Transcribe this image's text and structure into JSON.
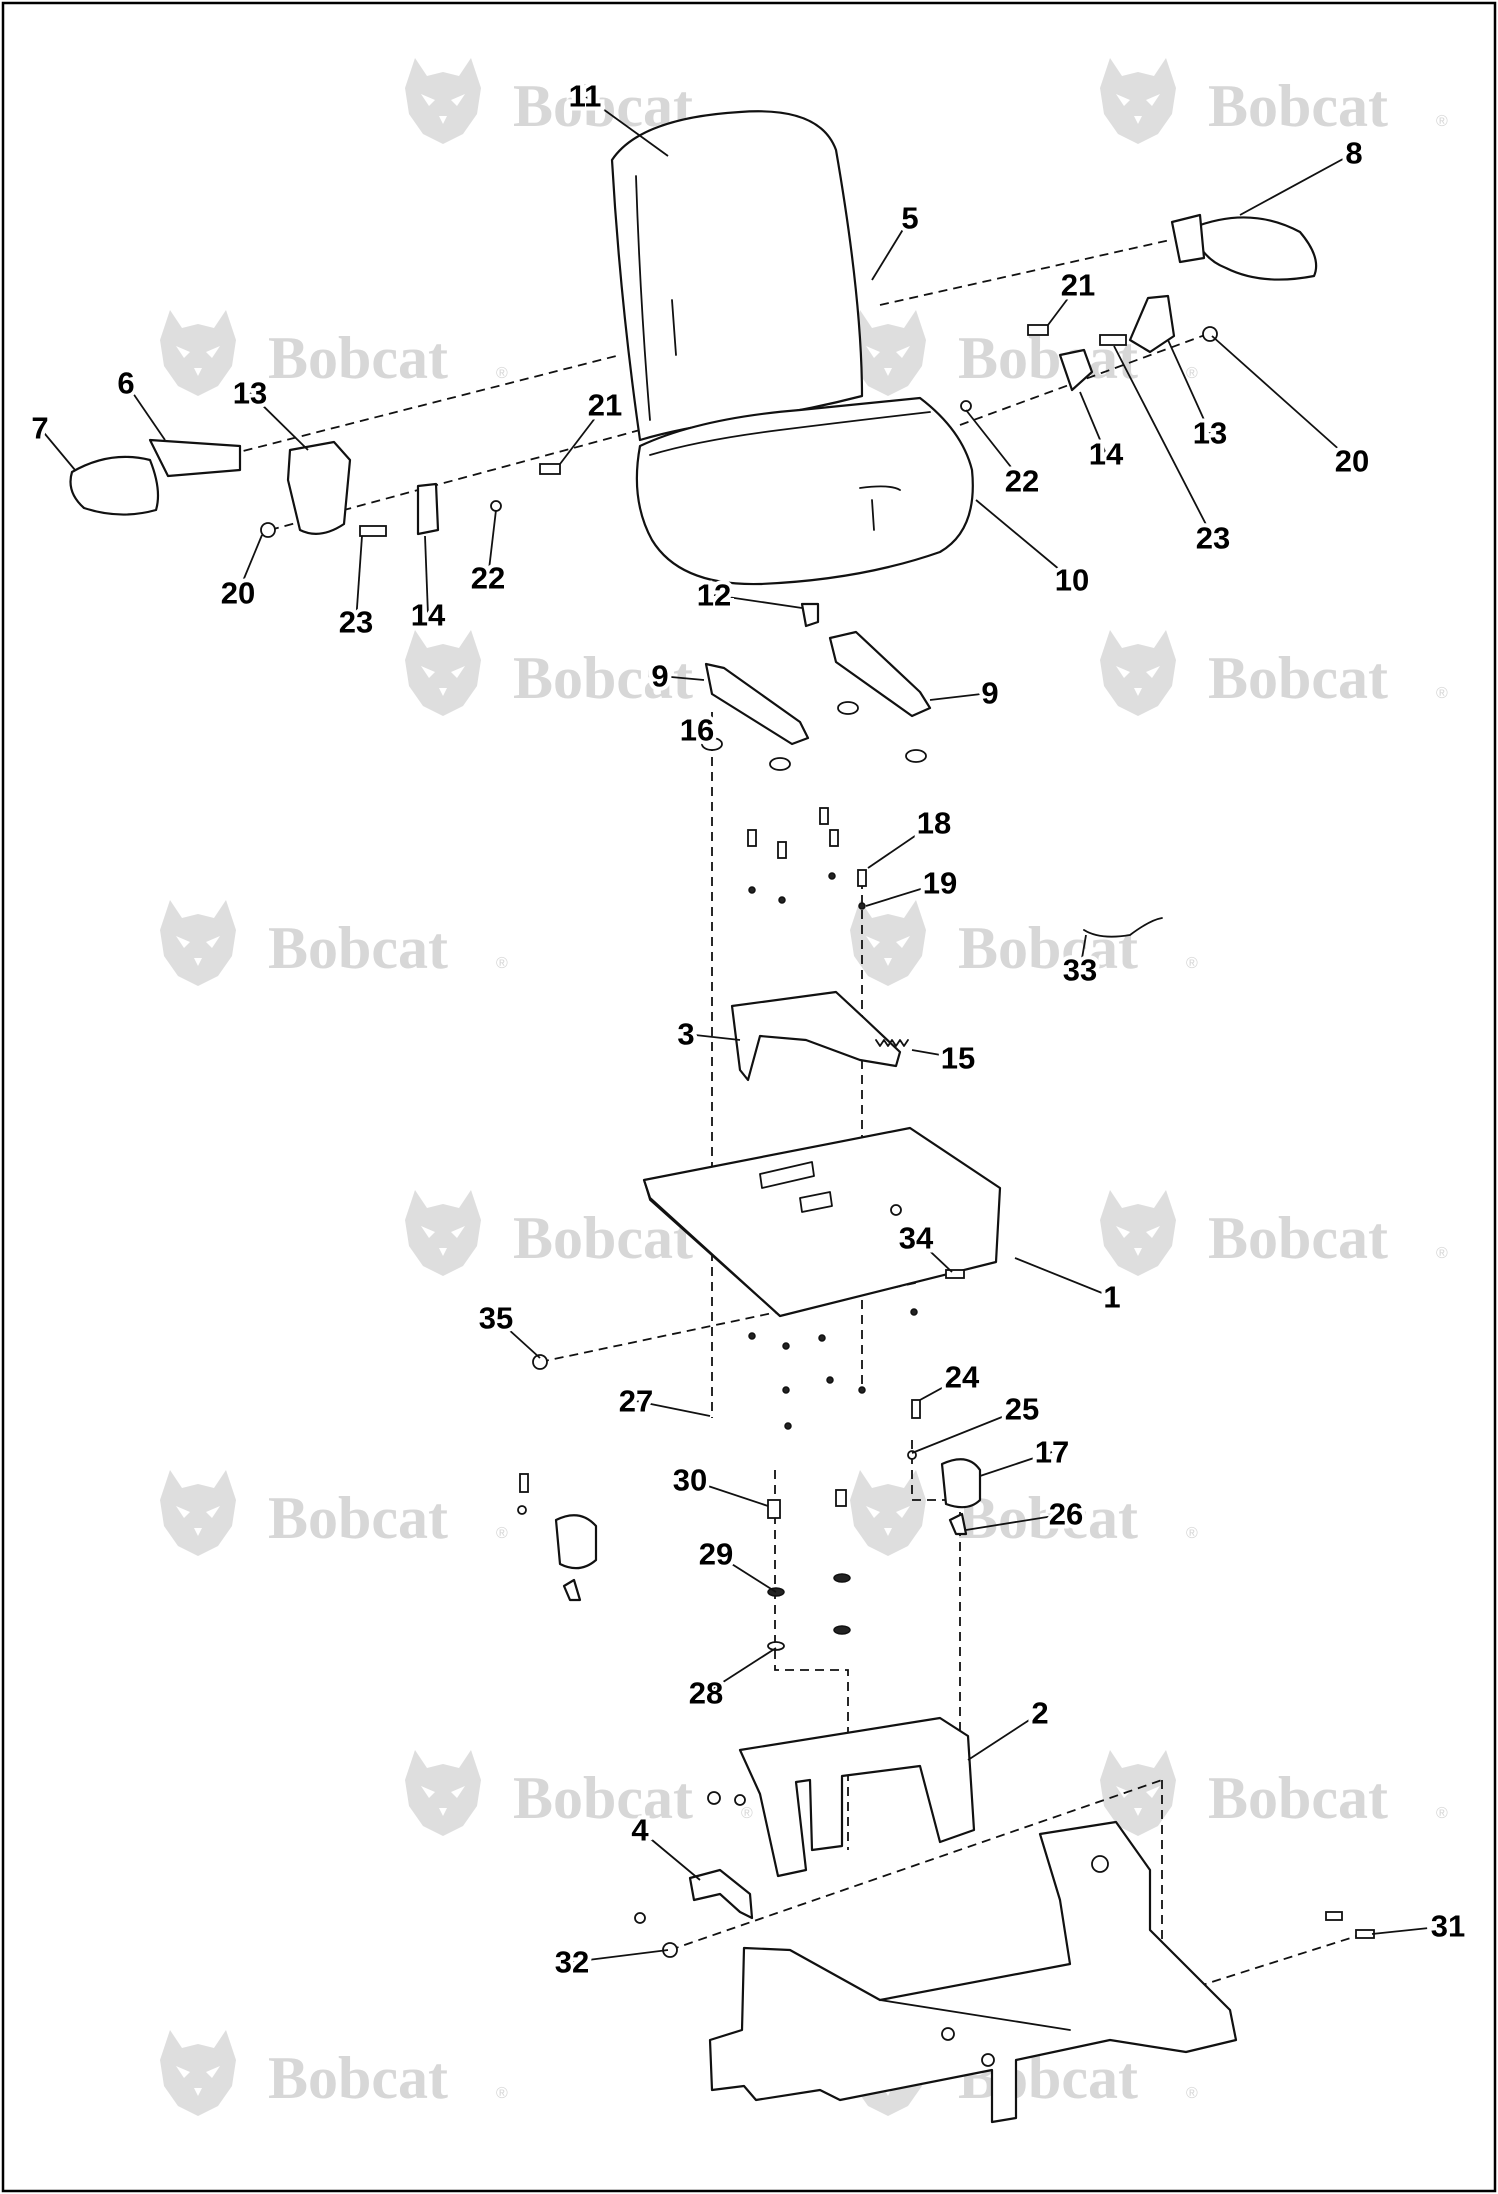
{
  "watermark": {
    "text": "Bobcat",
    "registered_mark": "®",
    "logo_icon": "bobcat-head-logo-icon",
    "color": "#d7d7d7"
  },
  "callouts": [
    "1",
    "2",
    "3",
    "4",
    "5",
    "6",
    "7",
    "8",
    "9",
    "9",
    "10",
    "11",
    "12",
    "13",
    "13",
    "14",
    "14",
    "15",
    "16",
    "17",
    "18",
    "19",
    "20",
    "20",
    "21",
    "21",
    "22",
    "22",
    "23",
    "23",
    "24",
    "25",
    "26",
    "27",
    "28",
    "29",
    "30",
    "31",
    "32",
    "33",
    "34",
    "35"
  ]
}
